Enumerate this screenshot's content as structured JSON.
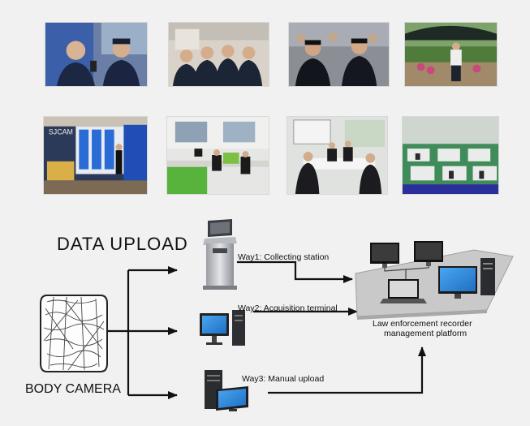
{
  "diagram": {
    "title": "DATA UPLOAD",
    "source_label": "BODY CAMERA",
    "ways": [
      {
        "label": "Way1: Collecting station",
        "icon": "kiosk-icon"
      },
      {
        "label": "Way2: Acquisition terminal",
        "icon": "desktop-computer-icon"
      },
      {
        "label": "Way3: Manual upload",
        "icon": "monitor-tower-icon"
      }
    ],
    "platform_line1": "Law enforcement recorder",
    "platform_line2": "management platform"
  },
  "photos": [
    {
      "icon": "photo-police-officers-icon"
    },
    {
      "icon": "photo-officers-group-icon"
    },
    {
      "icon": "photo-police-crowd-icon"
    },
    {
      "icon": "photo-officer-park-icon"
    },
    {
      "icon": "photo-camera-store-icon"
    },
    {
      "icon": "photo-office-desks-icon"
    },
    {
      "icon": "photo-meeting-room-icon"
    },
    {
      "icon": "photo-computer-lab-icon"
    }
  ],
  "colors": {
    "background": "#f1f1f1",
    "line": "#111111",
    "screen_blue": "#2a86d8",
    "platform_gray": "#c9c9c9",
    "device_dark": "#2a2a2a"
  }
}
